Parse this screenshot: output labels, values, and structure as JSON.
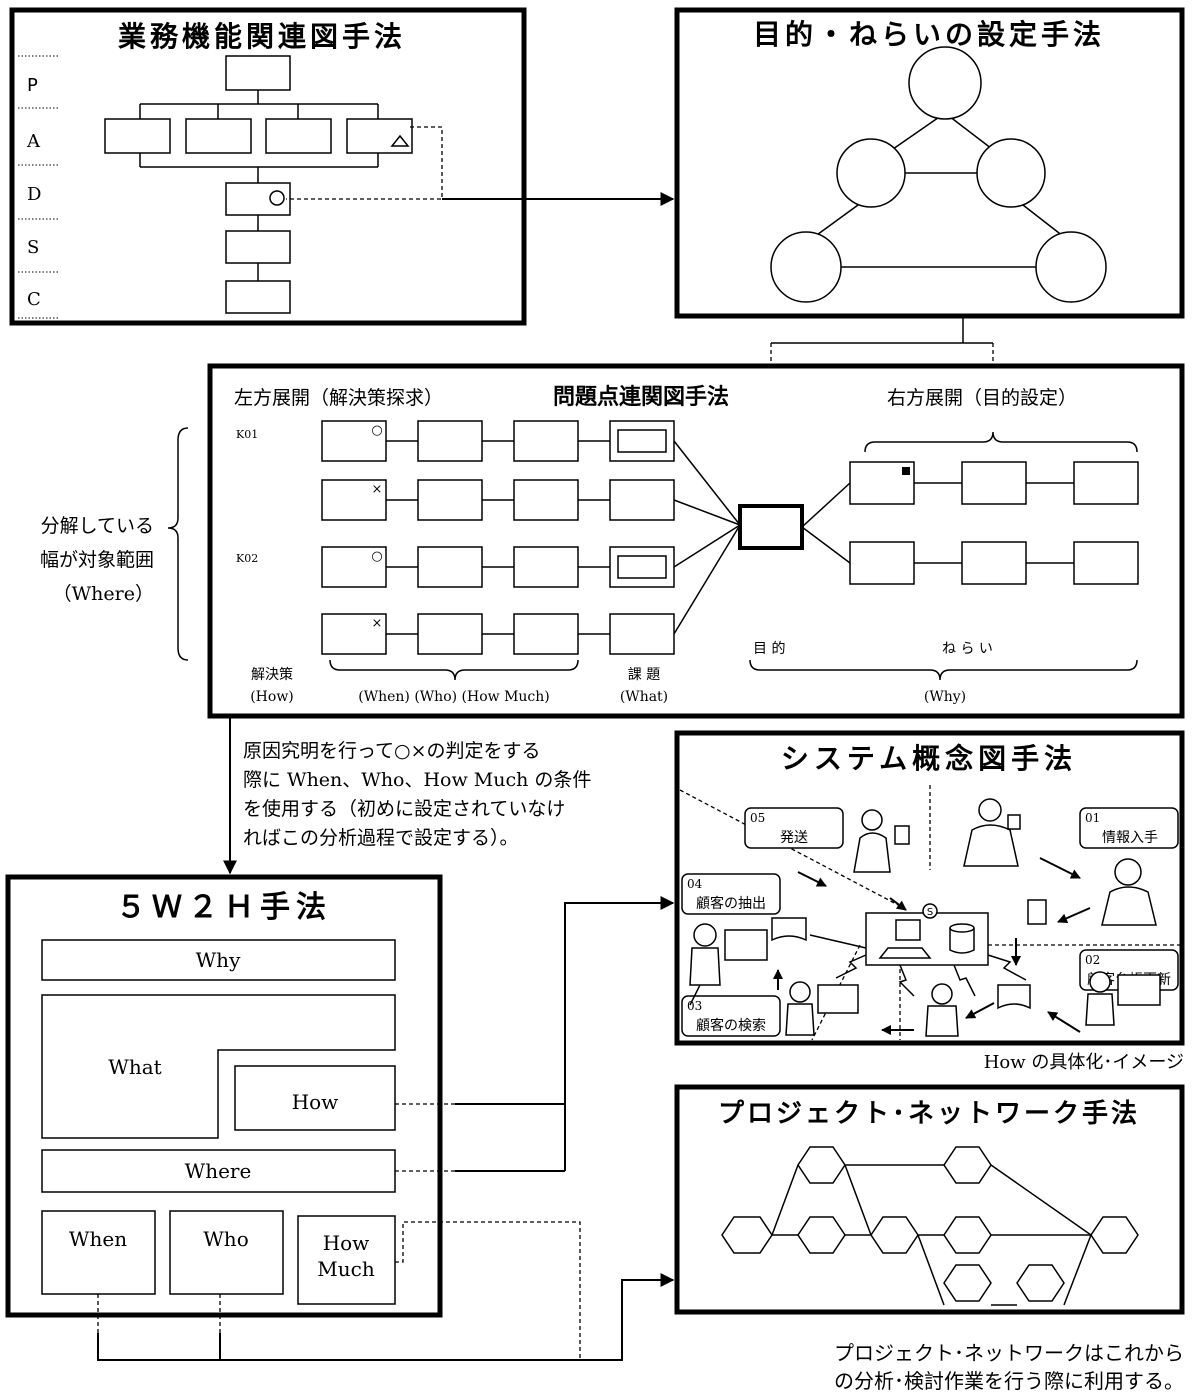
{
  "panels": {
    "gyomu": {
      "title": "業務機能関連図手法",
      "rows": [
        "P",
        "A",
        "D",
        "S",
        "C"
      ],
      "marks": {
        "circle": "○",
        "triangle": "△"
      }
    },
    "mokuteki": {
      "title": "目的・ねらいの設定手法"
    },
    "mondai": {
      "title": "問題点連関図手法",
      "left_label": "左方展開（解決策探求）",
      "right_label": "右方展開（目的設定）",
      "row_ids": [
        "K01",
        "K02"
      ],
      "marks": {
        "ok": "○",
        "ng": "×"
      },
      "bottom": {
        "kaiketsu": "解決策",
        "how": "(How)",
        "when_who": "(When) (Who) (How Much)",
        "kadai": "課 題",
        "what": "(What)",
        "mokuteki": "目 的",
        "nerai": "ね ら い",
        "why": "(Why)"
      }
    },
    "side_note": {
      "line1": "分解している",
      "line2": "幅が対象範囲",
      "line3": "（Where）"
    },
    "middle_note": {
      "line1": "原因究明を行って○×の判定をする",
      "line2": "際に When、Who、How Much の条件",
      "line3": "を使用する（初めに設定されていなけ",
      "line4": "ればこの分析過程で設定する）。"
    },
    "fivew2h": {
      "title": "５Ｗ２Ｈ手法",
      "why": "Why",
      "what": "What",
      "how": "How",
      "where": "Where",
      "when": "When",
      "who": "Who",
      "howmuch_1": "How",
      "howmuch_2": "Much"
    },
    "system": {
      "title": "システム概念図手法",
      "steps": [
        {
          "num": "05",
          "label": "発送"
        },
        {
          "num": "01",
          "label": "情報入手"
        },
        {
          "num": "04",
          "label": "顧客の抽出"
        },
        {
          "num": "02",
          "label": "顧客台帳更新"
        },
        {
          "num": "03",
          "label": "顧客の検索"
        }
      ],
      "s_mark": "S",
      "caption": "How の具体化･イメージ"
    },
    "network": {
      "title": "プロジェクト･ネットワーク手法",
      "caption_1": "プロジェクト･ネットワークはこれから",
      "caption_2": "の分析･検討作業を行う際に利用する。"
    }
  }
}
